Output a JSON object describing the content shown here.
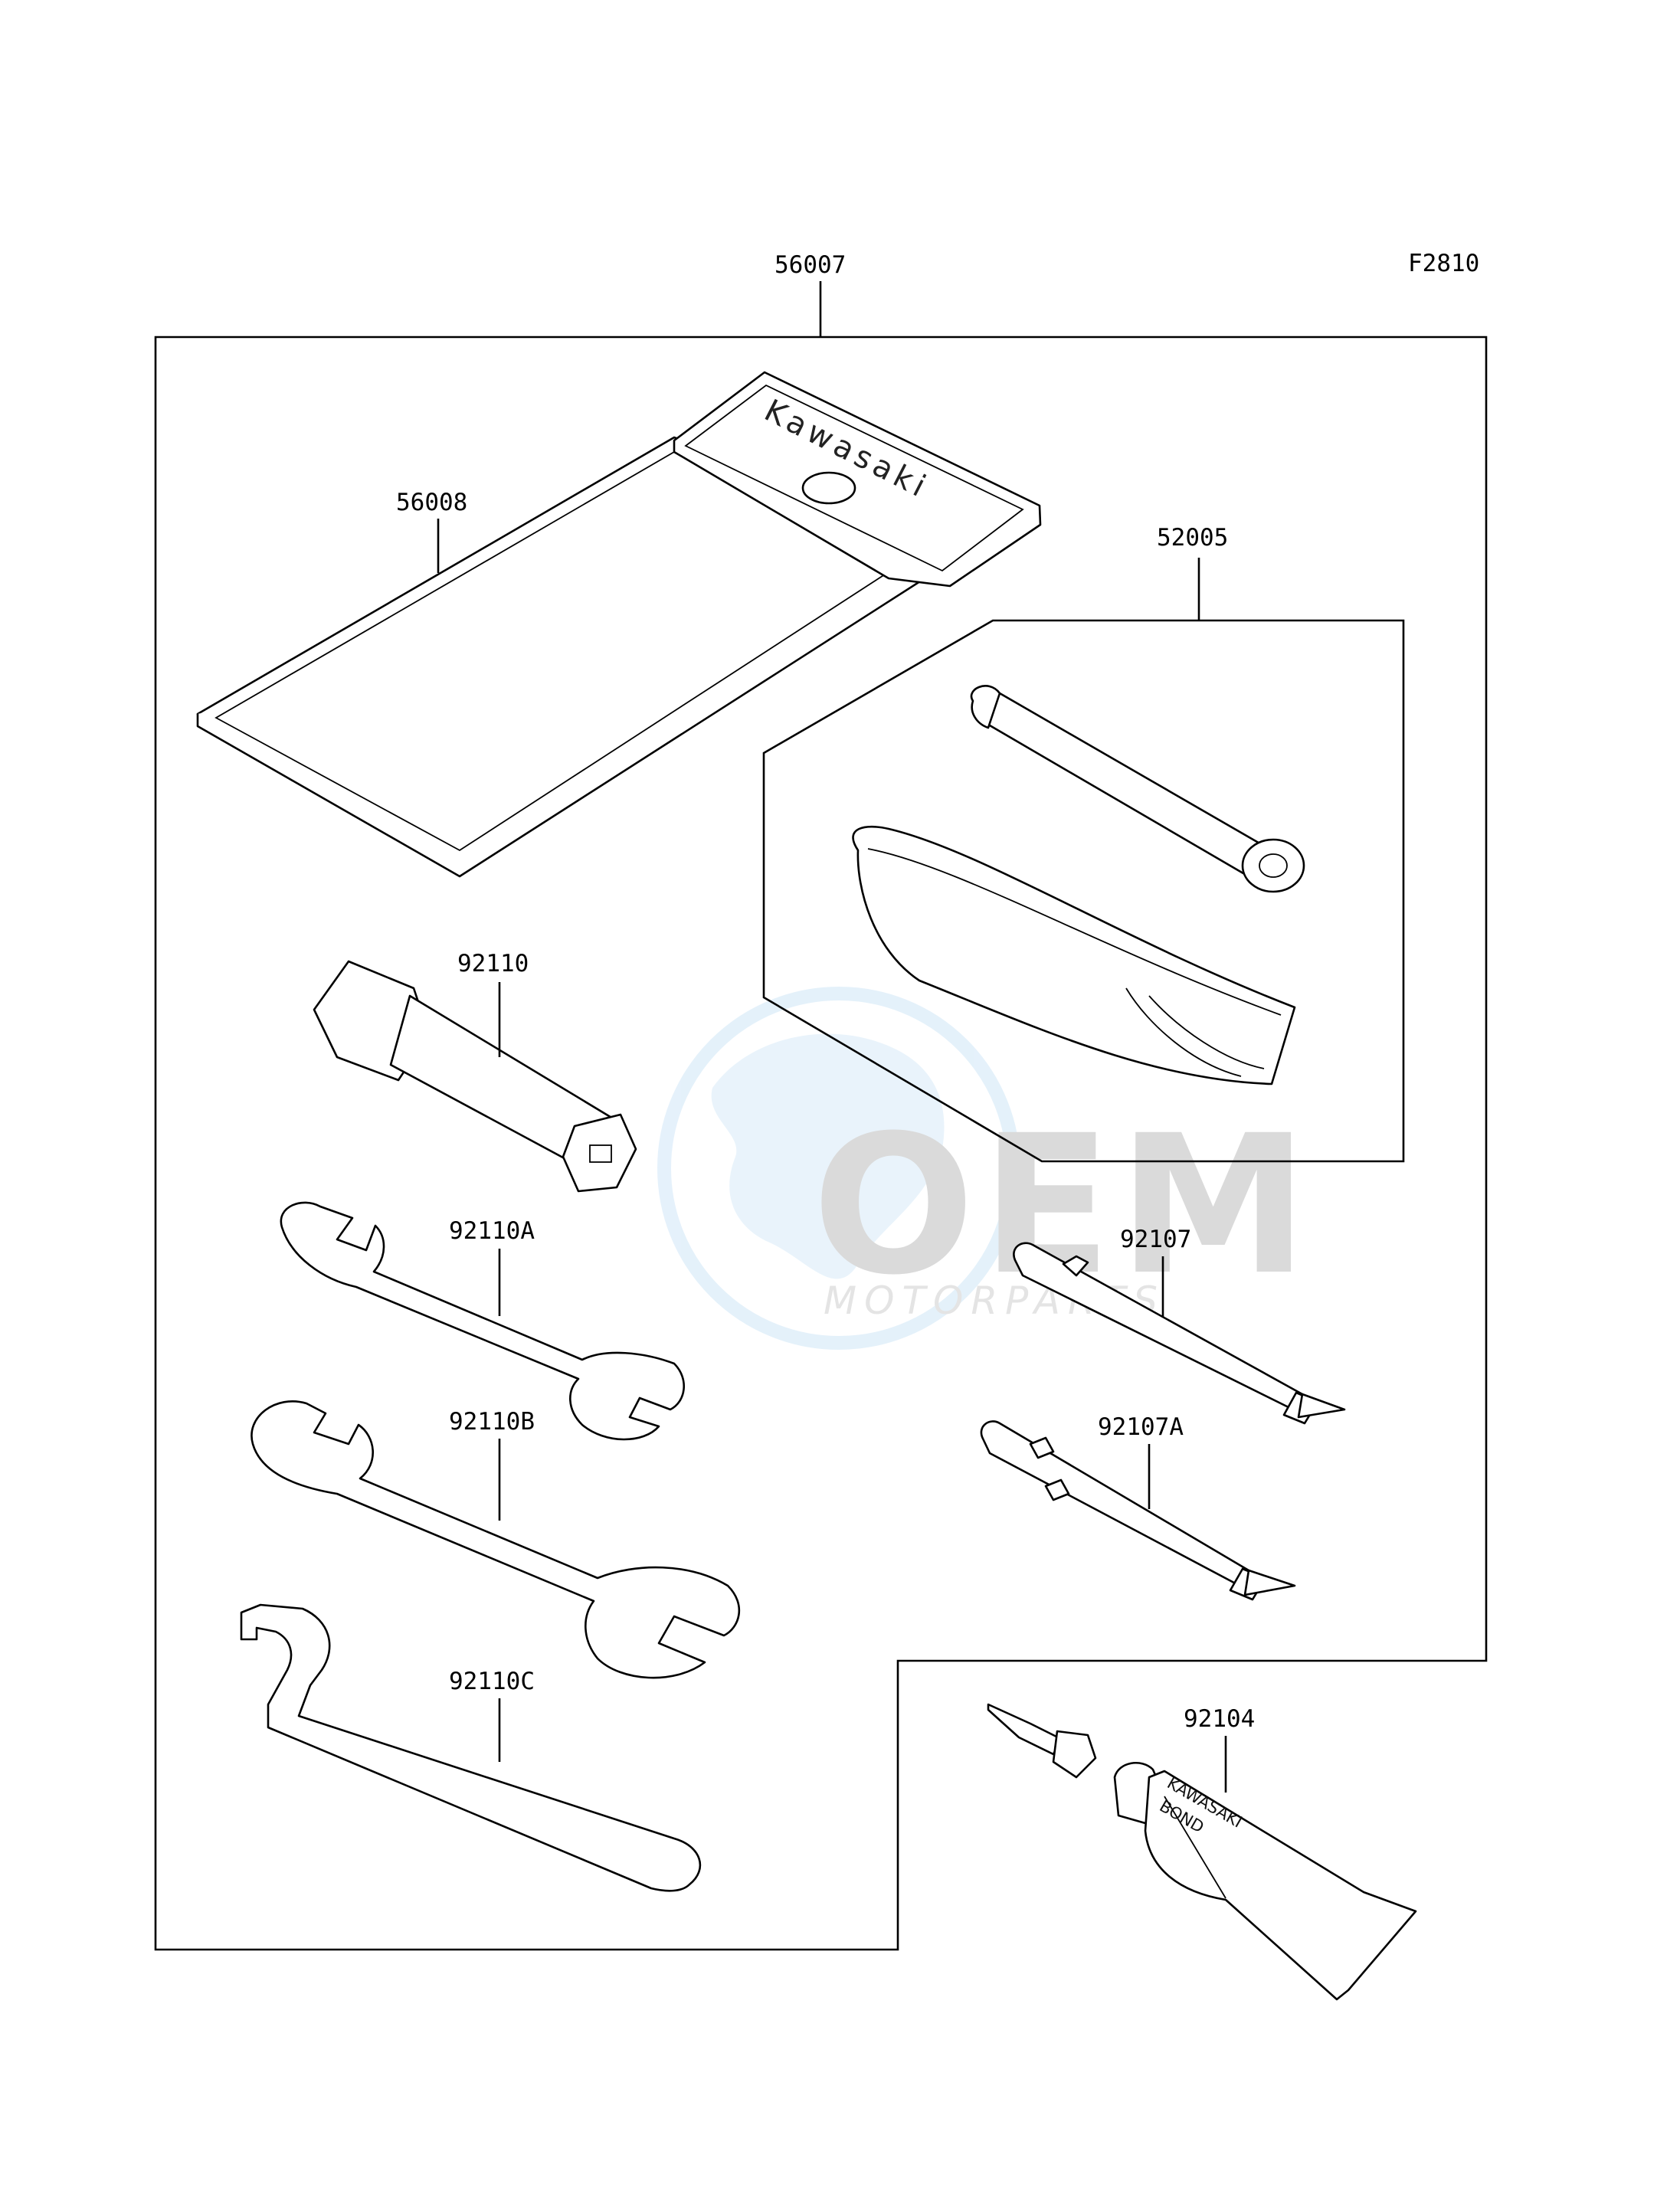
{
  "figure_code": "F2810",
  "callouts": {
    "kit": "56007",
    "case": "56008",
    "pouch_set": "52005",
    "spark_plug_wrench": "92110",
    "wrench_a": "92110A",
    "wrench_b": "92110B",
    "hook_wrench": "92110C",
    "screwdriver": "92107",
    "screwdriver_a": "92107A",
    "bond": "92104"
  },
  "case_brand": "Kawasaki",
  "tube_label": {
    "line1": "KAWASAKI",
    "line2": "BOND"
  },
  "watermark": {
    "logo_text": "OEM",
    "sub_text": "MOTORPARTS"
  }
}
